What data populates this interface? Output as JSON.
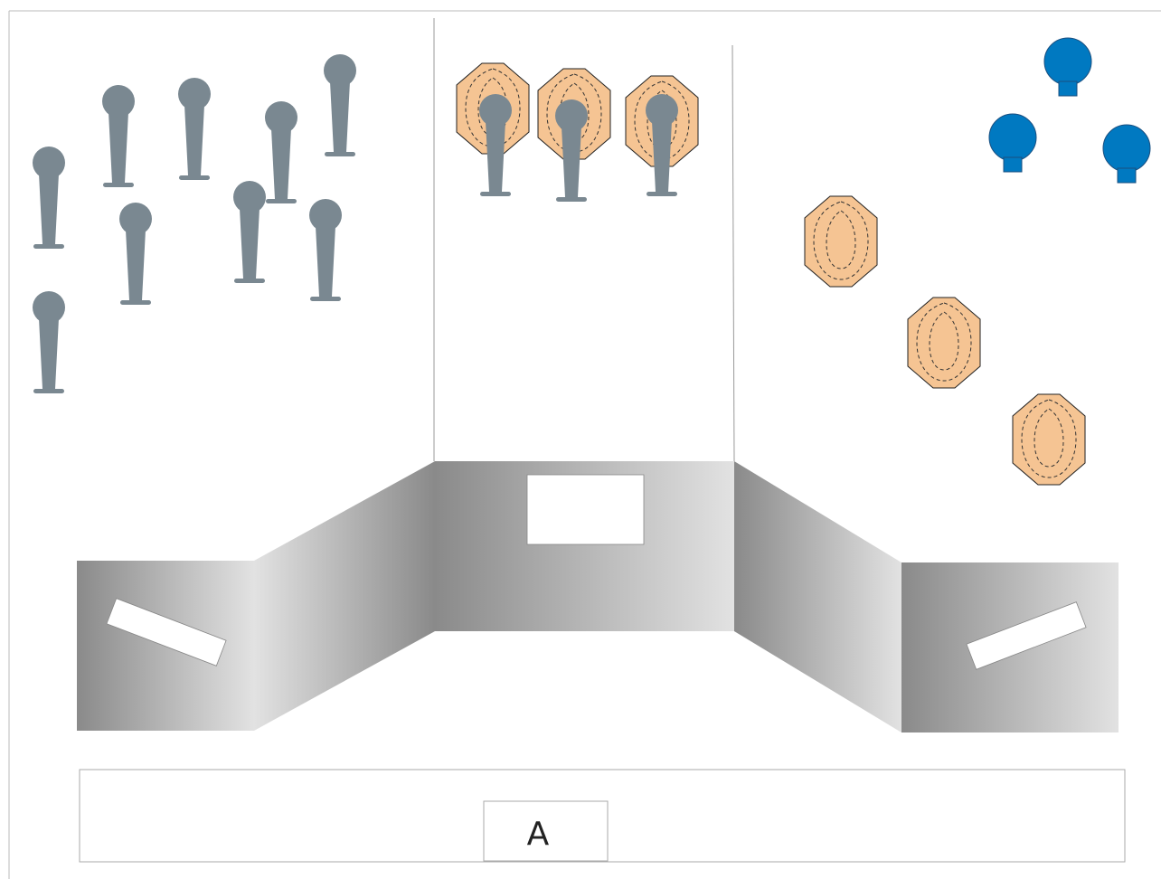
{
  "start_box": {
    "label": "A"
  },
  "colors": {
    "steel_popper": "#7a8891",
    "paper_target": "#f5c493",
    "paper_target_outline": "#222222",
    "plate": "#0079c1",
    "wall_dark": "#8a8a8a",
    "wall_light": "#e2e2e2",
    "bay_line": "#999999"
  },
  "icons": {
    "popper": "steel-popper-icon",
    "paper": "paper-target-icon",
    "plate": "steel-plate-icon"
  },
  "bays": [
    {
      "name": "left-bay",
      "targets": {
        "steel_poppers": 9
      }
    },
    {
      "name": "center-bay",
      "targets": {
        "paper_targets": 3,
        "steel_poppers_in_front": 3
      },
      "window": true
    },
    {
      "name": "right-bay",
      "targets": {
        "steel_plates": 3,
        "paper_targets": 3
      }
    }
  ],
  "walls": [
    {
      "name": "left-wall",
      "port": true
    },
    {
      "name": "left-angle-wall",
      "port": false
    },
    {
      "name": "center-wall",
      "port": true
    },
    {
      "name": "right-angle-wall",
      "port": false
    },
    {
      "name": "right-wall",
      "port": true
    }
  ]
}
